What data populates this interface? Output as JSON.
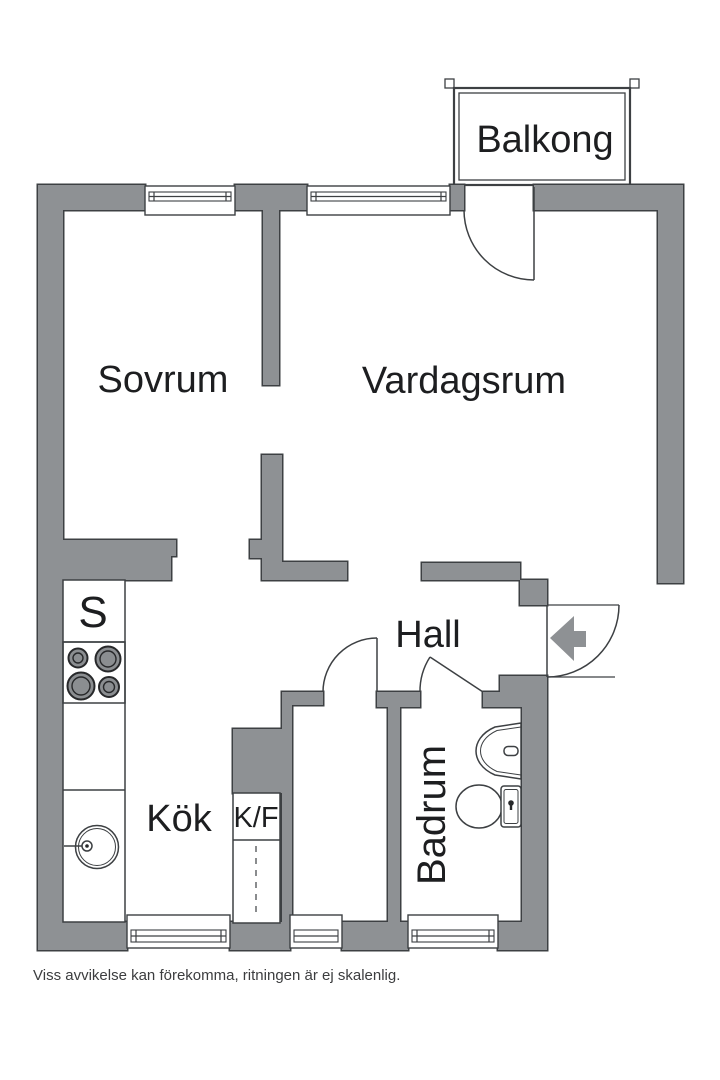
{
  "rooms": {
    "balcony": "Balkong",
    "bedroom": "Sovrum",
    "living_room": "Vardagsrum",
    "hall": "Hall",
    "kitchen": "Kök",
    "bathroom": "Badrum",
    "fridge_freezer_unit": "K/F",
    "closet_unit": "S"
  },
  "footer": {
    "disclaimer": "Viss avvikelse kan förekomma, ritningen är ej skalenlig."
  },
  "colors": {
    "wall": "#8e9194",
    "outline": "#3d4043",
    "stove": "#4d4f51",
    "label": "#1d1e20",
    "disclaimer": "#3c3d3f",
    "background": "#ffffff"
  }
}
